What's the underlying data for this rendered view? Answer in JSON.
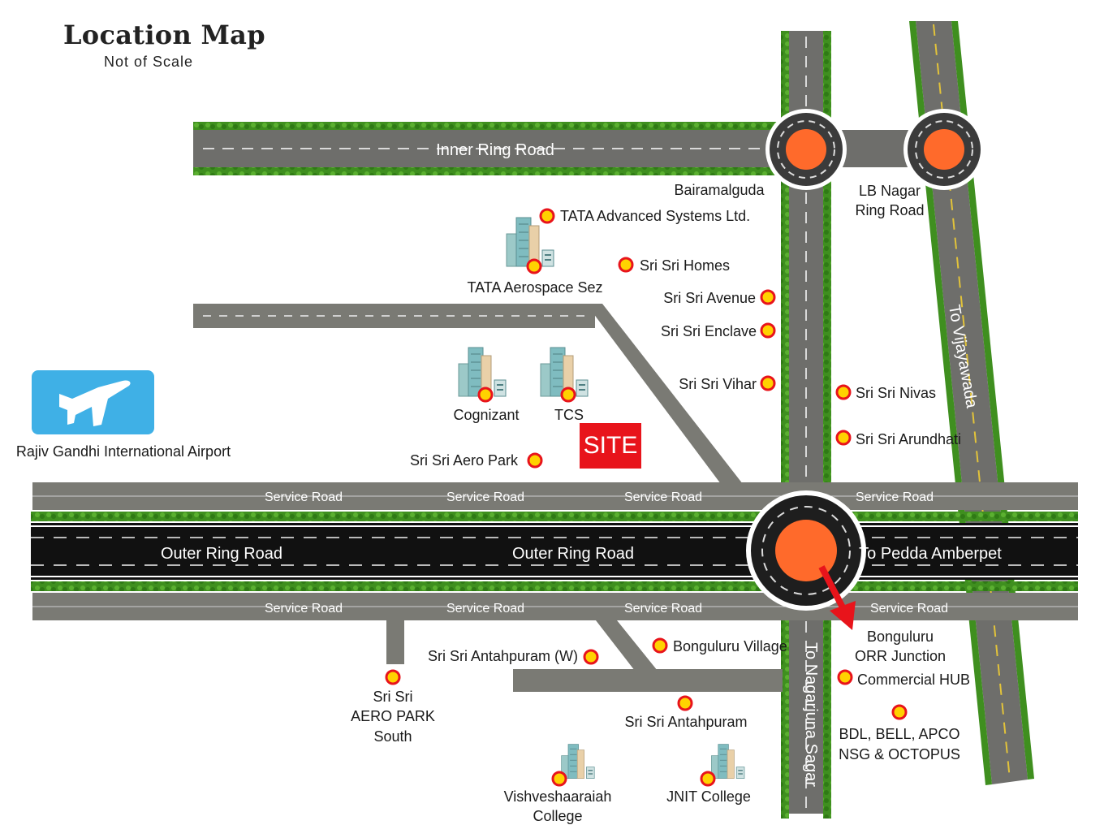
{
  "header": {
    "title": "Location Map",
    "subtitle": "Not of Scale"
  },
  "colors": {
    "road": "#6e6e6b",
    "highway": "#111111",
    "greenery": "#3c8c1e",
    "roundabout": "#ff6a2b",
    "marker_ring": "#e8141b",
    "marker_fill": "#ffd200",
    "site": "#e8141b",
    "airport": "#3fb0e6"
  },
  "roads": {
    "inner_ring": "Inner Ring Road",
    "outer_ring_1": "Outer Ring Road",
    "outer_ring_2": "Outer Ring Road",
    "to_pedda_amberpet": "To Pedda Amberpet",
    "to_vijayawada": "To Vijayawada",
    "to_nagarjuna_sagar": "To Nagarjuna Sagar",
    "service_road": "Service Road"
  },
  "site": {
    "label": "SITE"
  },
  "airport": {
    "label": "Rajiv Gandhi International Airport",
    "icon": "airplane-icon"
  },
  "landmarks": {
    "bairamalguda": "Bairamalguda",
    "lb_nagar_1": "LB Nagar",
    "lb_nagar_2": "Ring Road",
    "tata_advanced": "TATA Advanced Systems Ltd.",
    "tata_aerospace": "TATA Aerospace Sez",
    "sri_sri_homes": "Sri Sri Homes",
    "sri_sri_avenue": "Sri Sri Avenue",
    "sri_sri_enclave": "Sri Sri Enclave",
    "sri_sri_vihar": "Sri Sri Vihar",
    "sri_sri_nivas": "Sri Sri Nivas",
    "sri_sri_arundhati": "Sri Sri Arundhati",
    "cognizant": "Cognizant",
    "tcs": "TCS",
    "sri_sri_aero_park": "Sri Sri Aero Park",
    "aero_park_south_1": "Sri Sri",
    "aero_park_south_2": "AERO PARK",
    "aero_park_south_3": "South",
    "antahpuram_w": "Sri Sri Antahpuram (W)",
    "bonguluru_village": "Bonguluru Village",
    "antahpuram": "Sri Sri Antahpuram",
    "bonguluru_orr_1": "Bonguluru",
    "bonguluru_orr_2": "ORR Junction",
    "commercial_hub": "Commercial HUB",
    "bdl_1": "BDL, BELL, APCO",
    "bdl_2": "NSG & OCTOPUS",
    "vishveshaaraiah_1": "Vishveshaaraiah",
    "vishveshaaraiah_2": "College",
    "jnit": "JNIT College"
  }
}
